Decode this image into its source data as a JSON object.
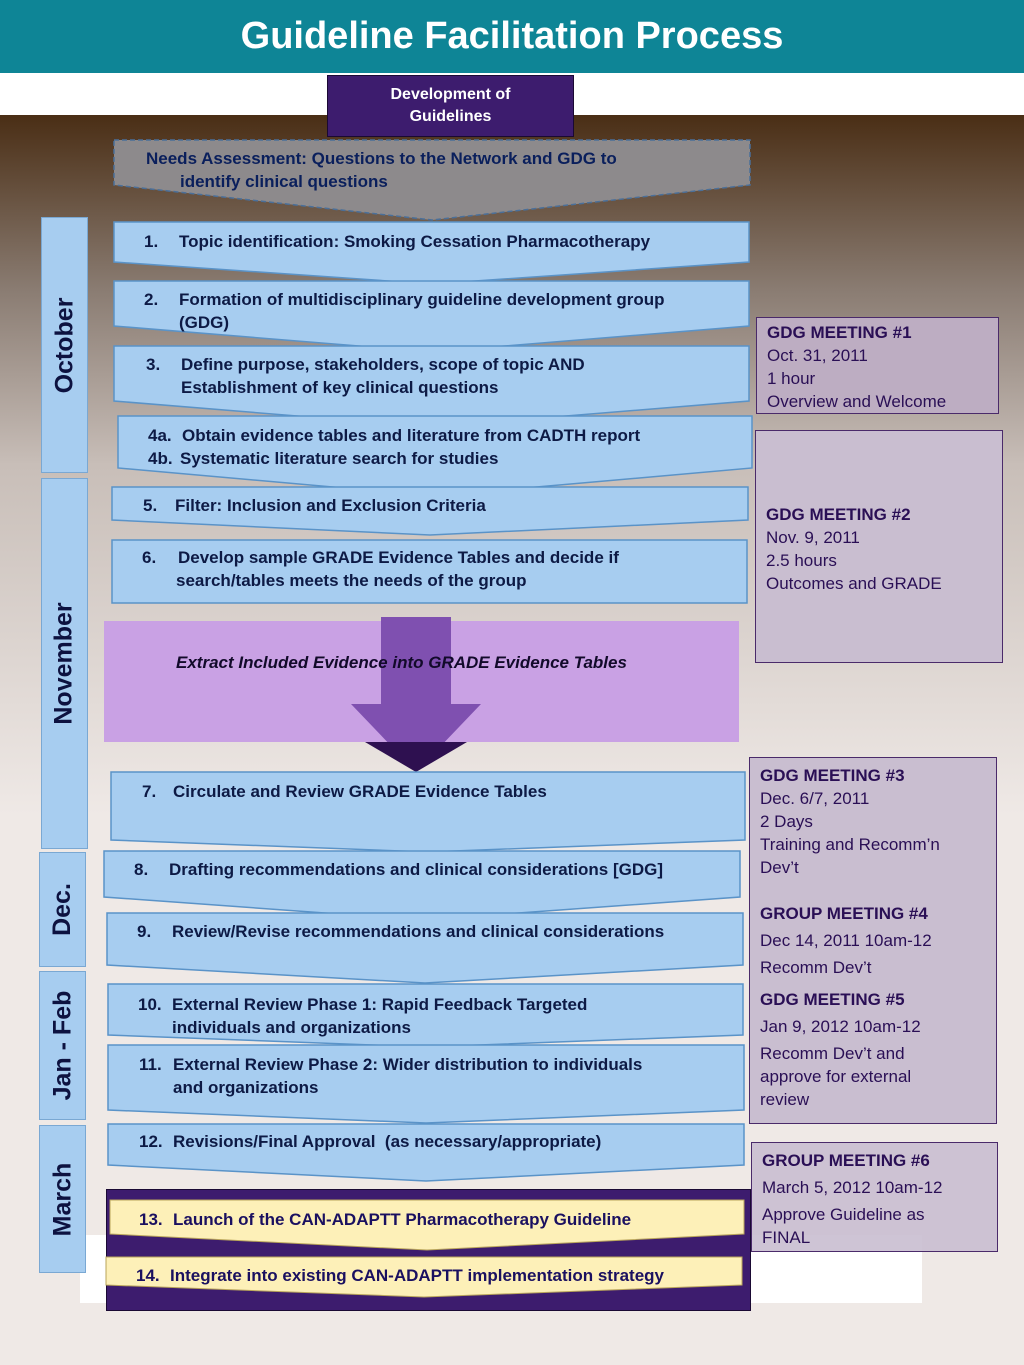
{
  "title": "Guideline Facilitation Process",
  "development_box": "Development of Guidelines",
  "needs_assessment": {
    "line1": "Needs Assessment: Questions to the Network and GDG to",
    "line2": "identify clinical questions"
  },
  "months": [
    "October",
    "November",
    "Dec.",
    "Jan - Feb",
    "March"
  ],
  "steps": [
    {
      "num": "1.",
      "lines": [
        "Topic identification: Smoking Cessation Pharmacotherapy"
      ]
    },
    {
      "num": "2.",
      "lines": [
        "Formation of multidisciplinary guideline development group",
        "(GDG)"
      ]
    },
    {
      "num": "3.",
      "lines": [
        "Define purpose, stakeholders, scope of topic AND",
        "Establishment of key clinical questions"
      ]
    },
    {
      "num": "4a.",
      "lines": [
        "Obtain evidence tables and literature from CADTH report"
      ]
    },
    {
      "num": "4b.",
      "lines": [
        "Systematic literature search for studies"
      ]
    },
    {
      "num": "5.",
      "lines": [
        "Filter: Inclusion and Exclusion Criteria"
      ]
    },
    {
      "num": "6.",
      "lines": [
        "Develop sample GRADE Evidence Tables and decide if",
        "search/tables meets the needs of the group"
      ]
    },
    {
      "num": "7.",
      "lines": [
        "Circulate and Review GRADE Evidence Tables"
      ]
    },
    {
      "num": "8.",
      "lines": [
        "Drafting recommendations and clinical considerations [GDG]"
      ]
    },
    {
      "num": "9.",
      "lines": [
        "Review/Revise recommendations and clinical considerations"
      ]
    },
    {
      "num": "10.",
      "lines": [
        "External Review Phase 1: Rapid Feedback Targeted",
        "individuals and organizations"
      ]
    },
    {
      "num": "11.",
      "lines": [
        "External Review Phase 2: Wider distribution to individuals",
        "and organizations"
      ]
    },
    {
      "num": "12.",
      "lines": [
        "Revisions/Final Approval  (as necessary/appropriate)"
      ]
    },
    {
      "num": "13.",
      "lines": [
        "Launch of the CAN-ADAPTT Pharmacotherapy Guideline"
      ]
    },
    {
      "num": "14.",
      "lines": [
        "Integrate into existing CAN-ADAPTT implementation strategy"
      ]
    }
  ],
  "extract_label": "Extract Included Evidence into GRADE Evidence Tables",
  "meetings": [
    {
      "title": "GDG MEETING #1",
      "lines": [
        "Oct. 31, 2011",
        "1 hour",
        "Overview and Welcome"
      ]
    },
    {
      "title": "GDG MEETING #2",
      "lines": [
        "Nov. 9, 2011",
        "2.5 hours",
        "Outcomes and GRADE"
      ]
    },
    {
      "title": "GDG MEETING #3",
      "lines": [
        "Dec. 6/7, 2011",
        "2 Days",
        "Training and Recomm’n",
        "Dev’t"
      ]
    },
    {
      "title": "GROUP MEETING #4",
      "lines": [
        "Dec 14, 2011 10am-12",
        "Recomm Dev’t"
      ]
    },
    {
      "title": "GDG MEETING #5",
      "lines": [
        "Jan 9, 2012 10am-12",
        "Recomm Dev’t and",
        "approve for external",
        "review"
      ]
    },
    {
      "title": "GROUP MEETING #6",
      "lines": [
        "March 5, 2012 10am-12",
        "Approve Guideline as",
        "FINAL"
      ]
    }
  ],
  "colors": {
    "header": "#0e8596",
    "step_fill": "#a7cdf0",
    "step_stroke": "#5a93c8",
    "highlight_fill": "#fdf0b8",
    "purple_dark": "#3d1c6e",
    "extract_fill": "#c9a1e4",
    "arrow": "#7f50b0",
    "meeting_fill": "#c9bed0"
  }
}
